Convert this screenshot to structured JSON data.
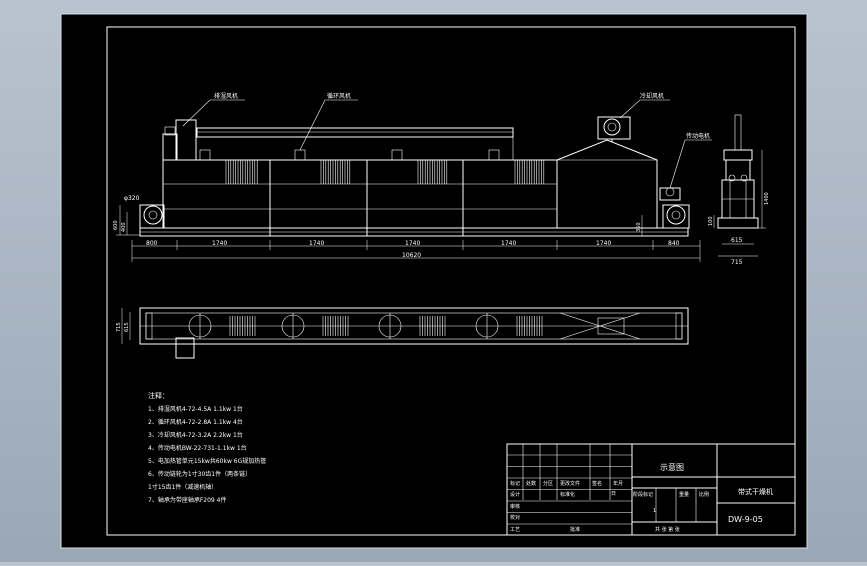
{
  "labels": {
    "exhaust_fan": "排湿风机",
    "circulation_fan": "循环风机",
    "cooling_fan": "冷却风机",
    "drive_motor": "传动电机"
  },
  "dimensions": {
    "wheel_dia": "φ320",
    "h_600": "600",
    "h_400": "400",
    "seg_start": "800",
    "seg": [
      "1740",
      "1740",
      "1740",
      "1740",
      "1740"
    ],
    "seg_end": "840",
    "total": "10620",
    "d_350": "350",
    "side_h": "1400",
    "side_100": "100",
    "side_w1": "615",
    "side_w2": "715",
    "plan_h1": "715",
    "plan_h2": "615"
  },
  "notes": {
    "title": "注释：",
    "lines": [
      "1、排湿风机4-72-4.5A   1.1kw   1台",
      "2、循环风机4-72-2.8A   1.1kw   4台",
      "3、冷却风机4-72-3.2A   2.2kw   1台",
      "4、传动电机BW-22-731-1.1kw   1台",
      "5、电加热管单元15kw共60kw      6G规加热管",
      "6、传动链轮为1寸30齿1件（两条链）",
      "           1寸15齿1件（减速机轴）",
      "7、轴承为带座轴承F209   4件"
    ]
  },
  "title_block": {
    "drawing_name": "示意图",
    "product": "带式干燥机",
    "drawing_no": "DW-9-05",
    "row1": [
      "标记",
      "处数",
      "分区",
      "更改文件",
      "签名",
      "年月",
      "日"
    ],
    "row2": [
      "设计",
      "",
      "标准化",
      "",
      "",
      "阶段标记",
      "重量",
      "比例"
    ],
    "review": "审核",
    "process": "工艺",
    "approve": "批准",
    "check": "校对",
    "sheet": "共 张 第 张",
    "sheet_num": "1"
  }
}
